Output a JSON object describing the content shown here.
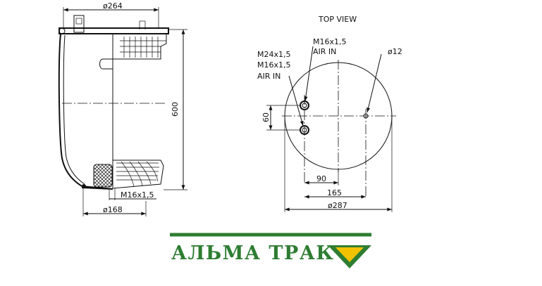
{
  "side_view": {
    "dim_top_diameter": "ø264",
    "dim_height": "600",
    "dim_bottom_thread": "M16x1,5",
    "dim_bottom_diameter": "ø168"
  },
  "top_view": {
    "title": "TOP VIEW",
    "port_upper_thread": "M16x1,5",
    "port_upper_label": "AIR IN",
    "port_lower_thread_1": "M24x1,5",
    "port_lower_thread_2": "M16x1,5",
    "port_lower_label": "AIR IN",
    "dim_hole": "ø12",
    "dim_port_spacing": "60",
    "dim_90": "90",
    "dim_165": "165",
    "dim_diameter": "ø287"
  },
  "brand": {
    "name": "АЛЬМА ТРАК",
    "color_green": "#2e7d32",
    "color_yellow": "#f2c200"
  }
}
